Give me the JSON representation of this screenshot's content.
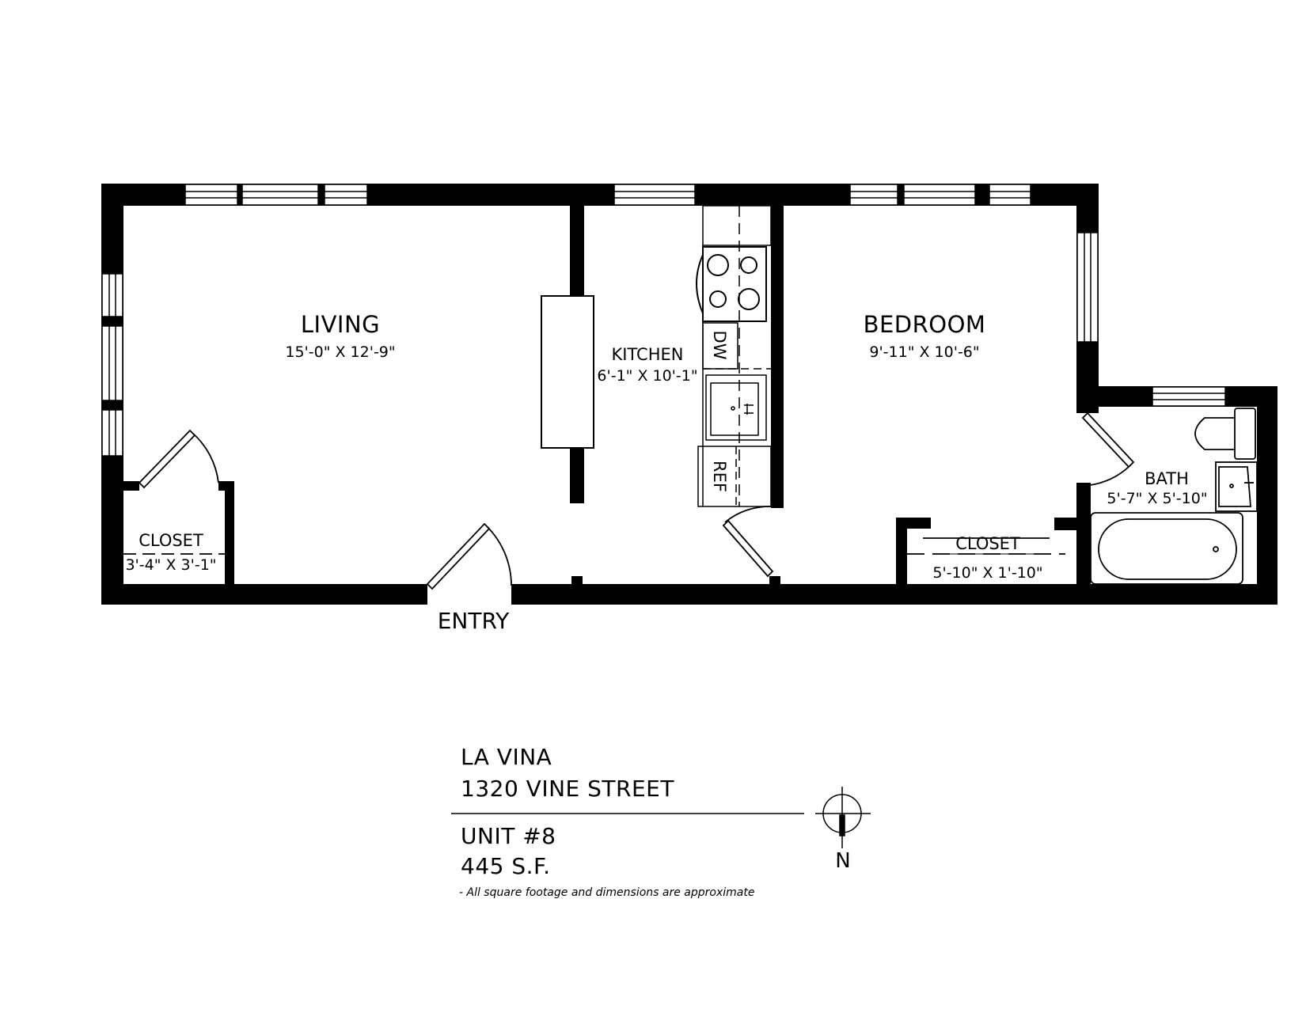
{
  "rooms": {
    "living": {
      "name": "LIVING",
      "size": "15'-0\" X 12'-9\""
    },
    "kitchen": {
      "name": "KITCHEN",
      "size": "6'-1\" X 10'-1\""
    },
    "bedroom": {
      "name": "BEDROOM",
      "size": "9'-11\" X 10'-6\""
    },
    "bath": {
      "name": "BATH",
      "size": "5'-7\" X 5'-10\""
    },
    "closet_living": {
      "name": "CLOSET",
      "size": "3'-4\" X 3'-1\""
    },
    "closet_bedroom": {
      "name": "CLOSET",
      "size": "5'-10\" X 1'-10\""
    }
  },
  "appliances": {
    "dishwasher": "DW",
    "refrigerator": "REF"
  },
  "entry_label": "ENTRY",
  "title_block": {
    "building": "LA VINA",
    "address": "1320 VINE STREET",
    "unit": "UNIT #8",
    "area": "445 S.F.",
    "note": "- All square footage and dimensions are approximate"
  },
  "north_label": "N"
}
